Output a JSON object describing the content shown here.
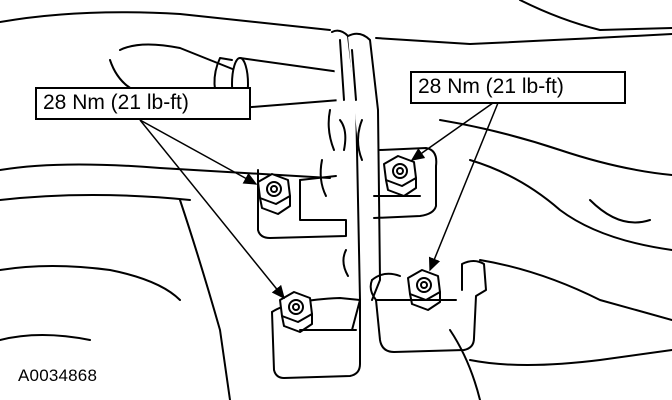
{
  "callouts": {
    "left": "28 Nm (21 lb-ft)",
    "right": "28 Nm (21 lb-ft)"
  },
  "figure_id": "A0034868",
  "fasteners": [
    "upper-left-nut",
    "lower-left-nut",
    "upper-right-nut",
    "lower-right-nut"
  ],
  "colors": {
    "line": "#000000",
    "background": "#ffffff"
  }
}
